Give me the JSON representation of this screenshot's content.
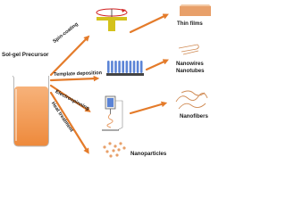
{
  "precursor": {
    "label": "Sol-gel Precursor"
  },
  "processes": [
    {
      "label": "Spin-coating"
    },
    {
      "label": "Template deposition"
    },
    {
      "label": "Electrospinning"
    },
    {
      "label": "Heat treatment"
    }
  ],
  "products": [
    {
      "label": "Thin films"
    },
    {
      "label": "Nanowires"
    },
    {
      "label": "Nanotubes"
    },
    {
      "label": "Nanofibers"
    },
    {
      "label": "Nanoparticles"
    }
  ],
  "colors": {
    "arrow": "#e47b2a",
    "liquid": "#f29a55",
    "spin_coater": "#d4c21b",
    "template": "#5b84d6",
    "spin_arrow": "#d11f1f",
    "product": "#e8a06a"
  }
}
